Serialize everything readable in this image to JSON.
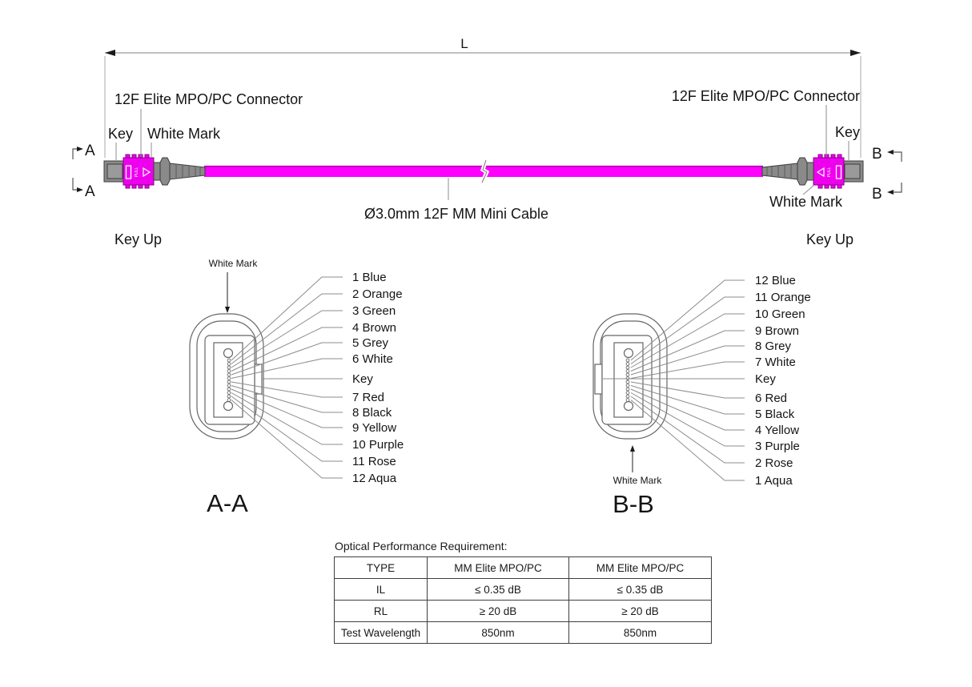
{
  "dimension": {
    "label": "L"
  },
  "cable": {
    "label": "Ø3.0mm 12F MM Mini Cable"
  },
  "connectors": {
    "left": {
      "title": "12F Elite MPO/PC Connector",
      "key": "Key",
      "white_mark": "White Mark",
      "key_up": "Key Up",
      "section": "A",
      "pull": "PULL"
    },
    "right": {
      "title": "12F Elite MPO/PC Connector",
      "key": "Key",
      "white_mark": "White Mark",
      "key_up": "Key Up",
      "section": "B",
      "pull": "PULL"
    }
  },
  "face_views": {
    "aa": {
      "title": "A-A",
      "white_mark": "White Mark",
      "key": "Key",
      "fibers": [
        "1 Blue",
        "2 Orange",
        "3 Green",
        "4 Brown",
        "5 Grey",
        "6 White",
        "7 Red",
        "8 Black",
        "9 Yellow",
        "10 Purple",
        "11 Rose",
        "12 Aqua"
      ]
    },
    "bb": {
      "title": "B-B",
      "white_mark": "White Mark",
      "key": "Key",
      "fibers": [
        "12 Blue",
        "11 Orange",
        "10 Green",
        "9 Brown",
        "8 Grey",
        "7 White",
        "6 Red",
        "5 Black",
        "4 Yellow",
        "3 Purple",
        "2 Rose",
        "1 Aqua"
      ]
    }
  },
  "table": {
    "title": "Optical Performance Requirement:",
    "rows": [
      [
        "TYPE",
        "MM Elite MPO/PC",
        "MM Elite MPO/PC"
      ],
      [
        "IL",
        "≤ 0.35 dB",
        "≤ 0.35 dB"
      ],
      [
        "RL",
        "≥ 20 dB",
        "≥ 20 dB"
      ],
      [
        "Test Wavelength",
        "850nm",
        "850nm"
      ]
    ]
  },
  "colors": {
    "cable": "#FF00FF",
    "housing": "#EE00EE",
    "boot_grey": "#8A8A8A"
  }
}
